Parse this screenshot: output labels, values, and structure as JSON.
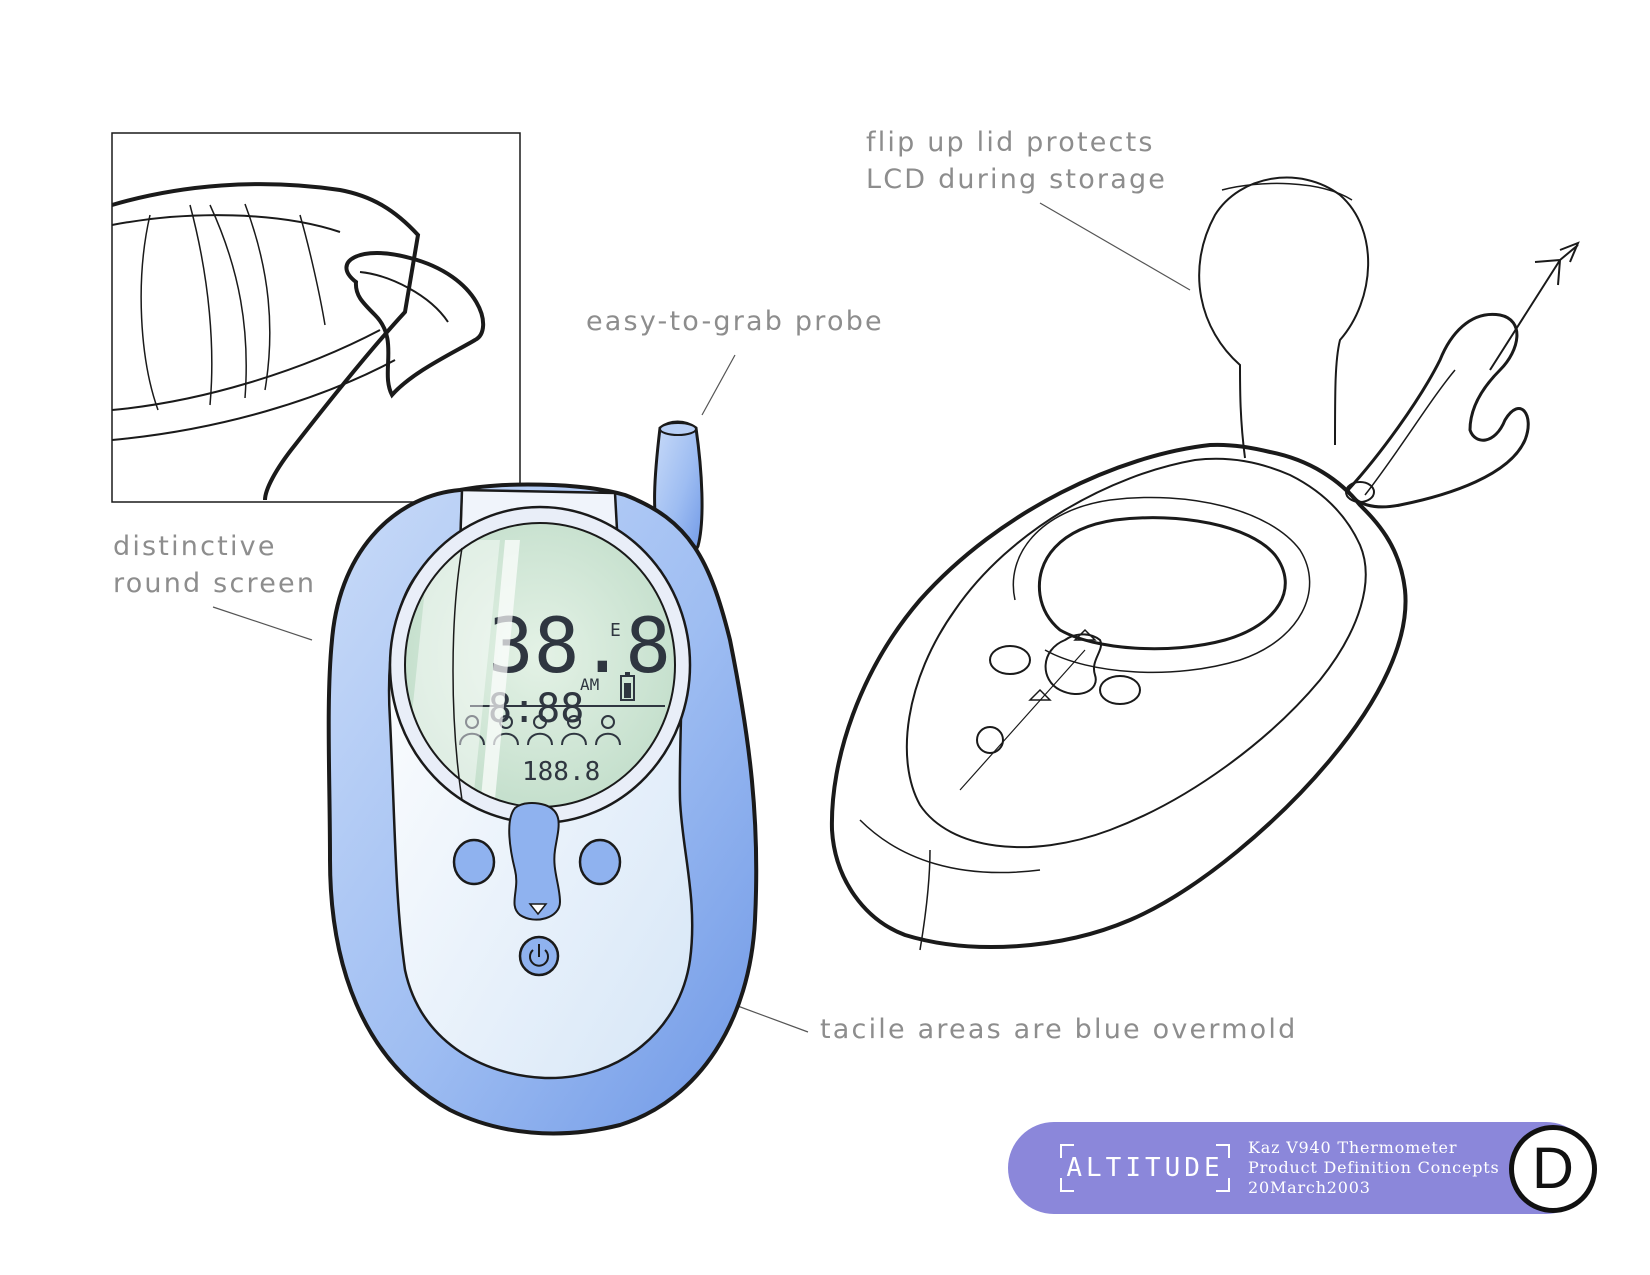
{
  "annotations": {
    "lid": [
      "flip up lid protects",
      "LCD during storage"
    ],
    "probe": "easy-to-grab probe",
    "screen": [
      "distinctive",
      "round screen"
    ],
    "overmold": "tacile areas are blue overmold"
  },
  "lcd": {
    "temperature": "38.8",
    "time": "8:88",
    "ampm": "AM",
    "memory": "188.8"
  },
  "badge": {
    "logo": "ALTITUDE",
    "lines": [
      "Kaz V940 Thermometer",
      "Product Definition Concepts",
      "20March2003"
    ],
    "concept_letter": "D"
  },
  "colors": {
    "overmold_blue": "#8fb2ef",
    "badge_purple": "#8b87da",
    "label_gray": "#8d8d8d",
    "lcd_green": "#cfe8d6"
  },
  "icons": [
    "power-icon",
    "down-arrow-icon",
    "battery-icon",
    "person-icon",
    "exit-arrow-icon"
  ]
}
